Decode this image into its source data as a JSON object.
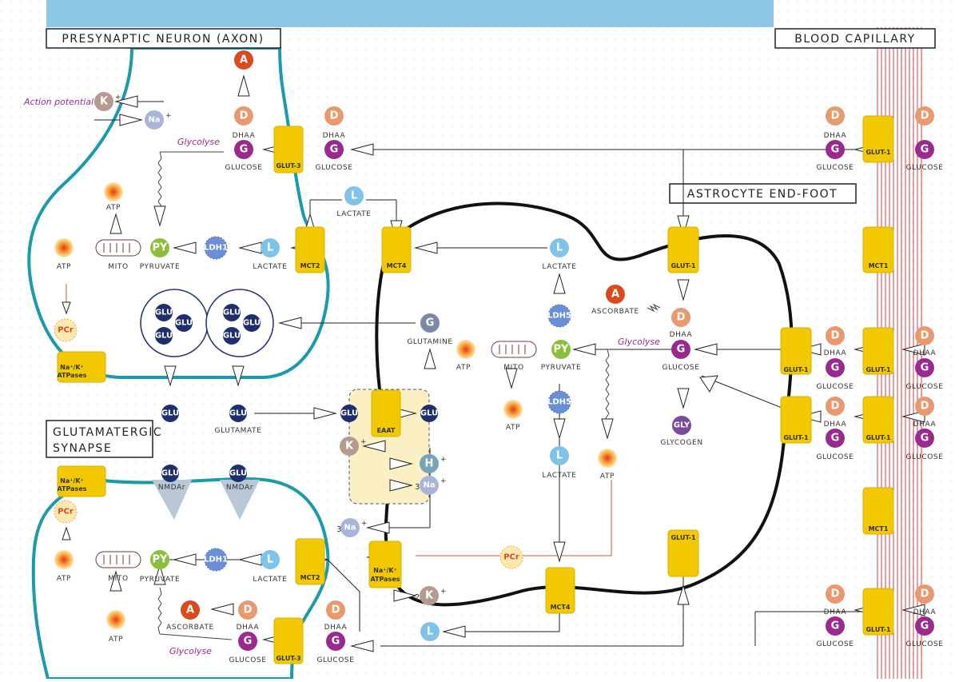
{
  "headers": {
    "presynaptic": "PRESYNAPTIC NEURON (AXON)",
    "blood": "BLOOD CAPILLARY",
    "astrocyte": "ASTROCYTE END-FOOT",
    "synapse_line1": "GLUTAMATERGIC",
    "synapse_line2": "SYNAPSE"
  },
  "labels": {
    "action_potential": "Action potential",
    "glycolyse": "Glycolyse",
    "dhaa": "DHAA",
    "glucose": "GLUCOSE",
    "pyruvate": "PYRUVATE",
    "lactate": "LACTATE",
    "mito": "MITO",
    "atp": "ATP",
    "ascorbate": "ASCORBATE",
    "glutamine": "GLUTAMINE",
    "glutamate": "GLUTAMATE",
    "glycogen": "GLYCOGEN",
    "nmdar": "NMDAr"
  },
  "transporters": {
    "glut1": "GLUT-1",
    "glut3": "GLUT-3",
    "mct1": "MCT1",
    "mct2": "MCT2",
    "mct4": "MCT4",
    "eaat": "EAAT",
    "atpases_a": "Na⁺/K⁺",
    "atpases_b": "ATPases"
  },
  "molecules": {
    "A": "A",
    "D": "D",
    "G": "G",
    "L": "L",
    "K": "K",
    "Na": "Na",
    "H": "H",
    "PY": "PY",
    "GLU": "GLU",
    "GLY": "GLY",
    "PCr": "PCr",
    "LDH1": "LDH1",
    "LDH5": "LDH5",
    "plus": "+"
  },
  "stoich": {
    "three": "3",
    "two": "2"
  },
  "colors": {
    "ascorbate": "#d94a1e",
    "dhaa": "#e89a6e",
    "glucose": "#9b2a8f",
    "lactate": "#7fc3e8",
    "potassium": "#b59a8f",
    "sodium": "#a8b5d9",
    "proton": "#7aa3b8",
    "pyruvate": "#8bbf3a",
    "glutamate": "#1f2f6e",
    "glycogen": "#7a4a9e",
    "ldh": "#6a8fd6",
    "transporter": "#f2c900",
    "axon_membrane": "#1a9aaa",
    "astrocyte_membrane": "#111111",
    "capillary_lines": "#d93a3a",
    "top_band": "#8ec8e8",
    "red_arrow": "#d9552e"
  }
}
